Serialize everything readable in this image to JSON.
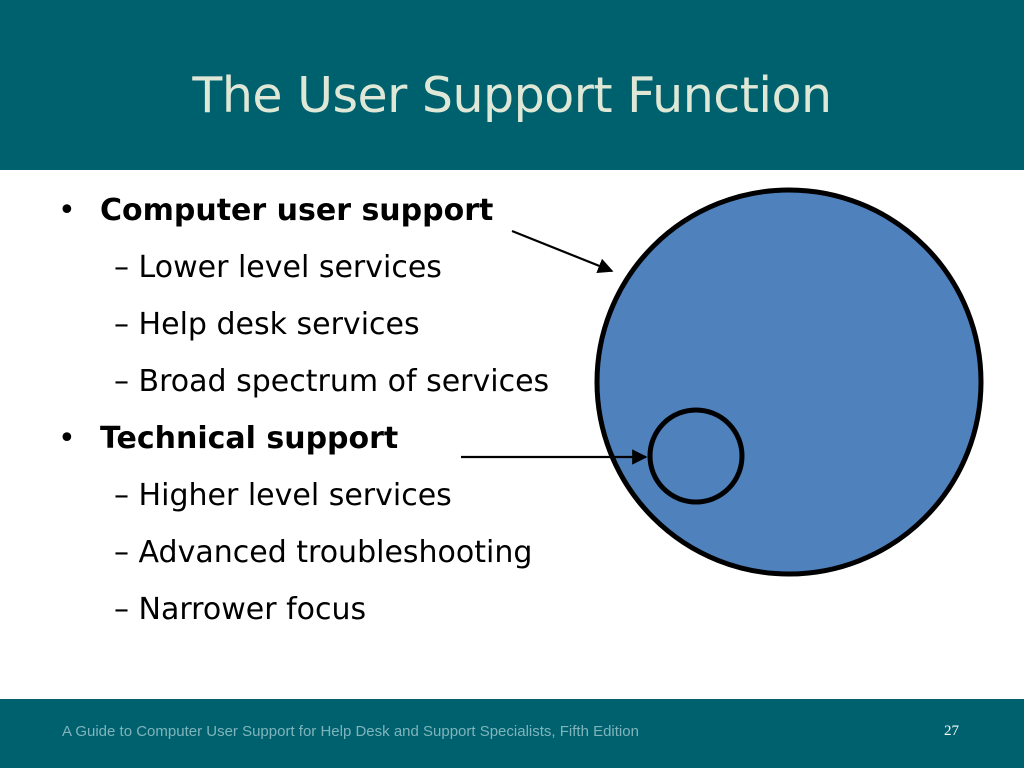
{
  "slide": {
    "title": "The User Support Function",
    "bullets": [
      {
        "label": "Computer user support",
        "sub": [
          "Lower level services",
          "Help desk services",
          "Broad spectrum of services"
        ]
      },
      {
        "label": "Technical support",
        "sub": [
          "Higher level services",
          "Advanced troubleshooting",
          "Narrower focus"
        ]
      }
    ],
    "bullet_glyph": "•",
    "sub_prefix": "– ",
    "footer": "A Guide to Computer User Support for Help Desk and Support Specialists, Fifth Edition",
    "page_number": "27"
  },
  "colors": {
    "header": "#00616e",
    "title_text": "#dfe8d6",
    "large_circle_fill": "#4f81bd",
    "outline": "#000000"
  }
}
